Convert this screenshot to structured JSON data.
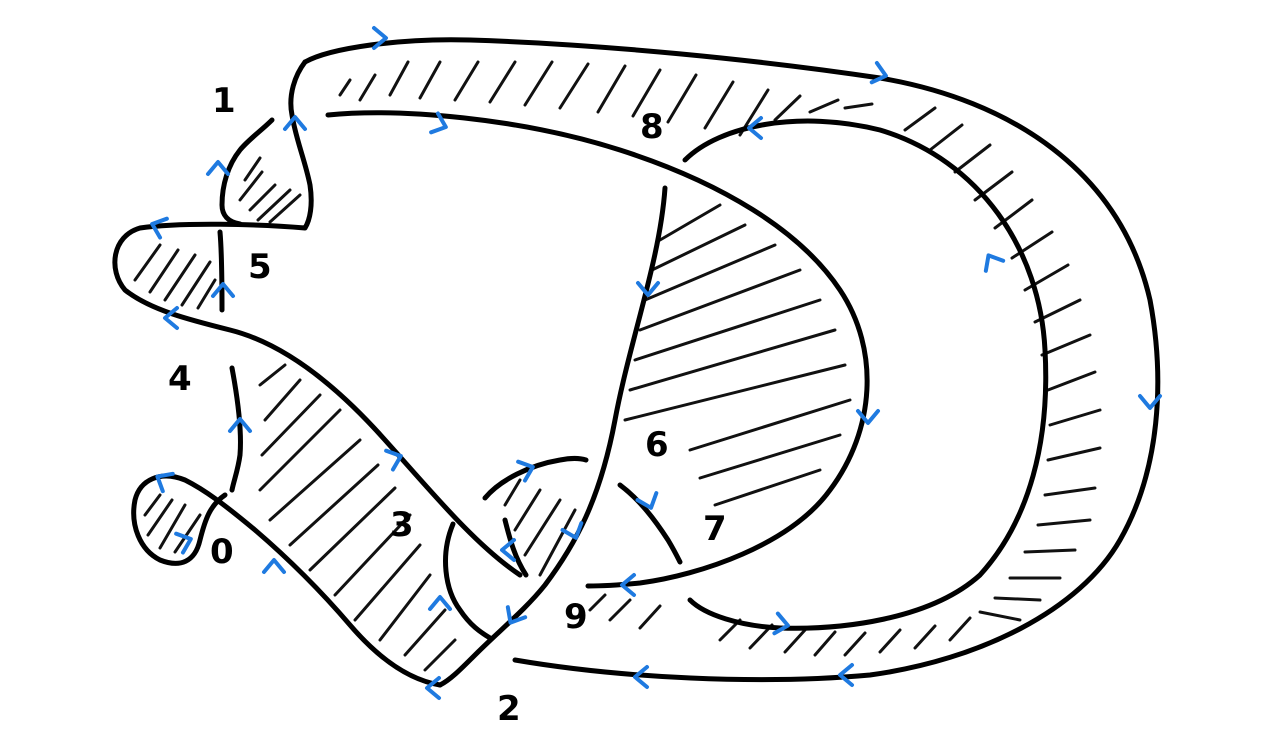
{
  "diagram": {
    "colors": {
      "outline": "#000000",
      "hatch": "#111111",
      "arrow": "#1f7ae0",
      "background": "#ffffff"
    },
    "labels": [
      "1",
      "2",
      "3",
      "4",
      "5",
      "6",
      "7",
      "8",
      "9",
      "0"
    ]
  }
}
